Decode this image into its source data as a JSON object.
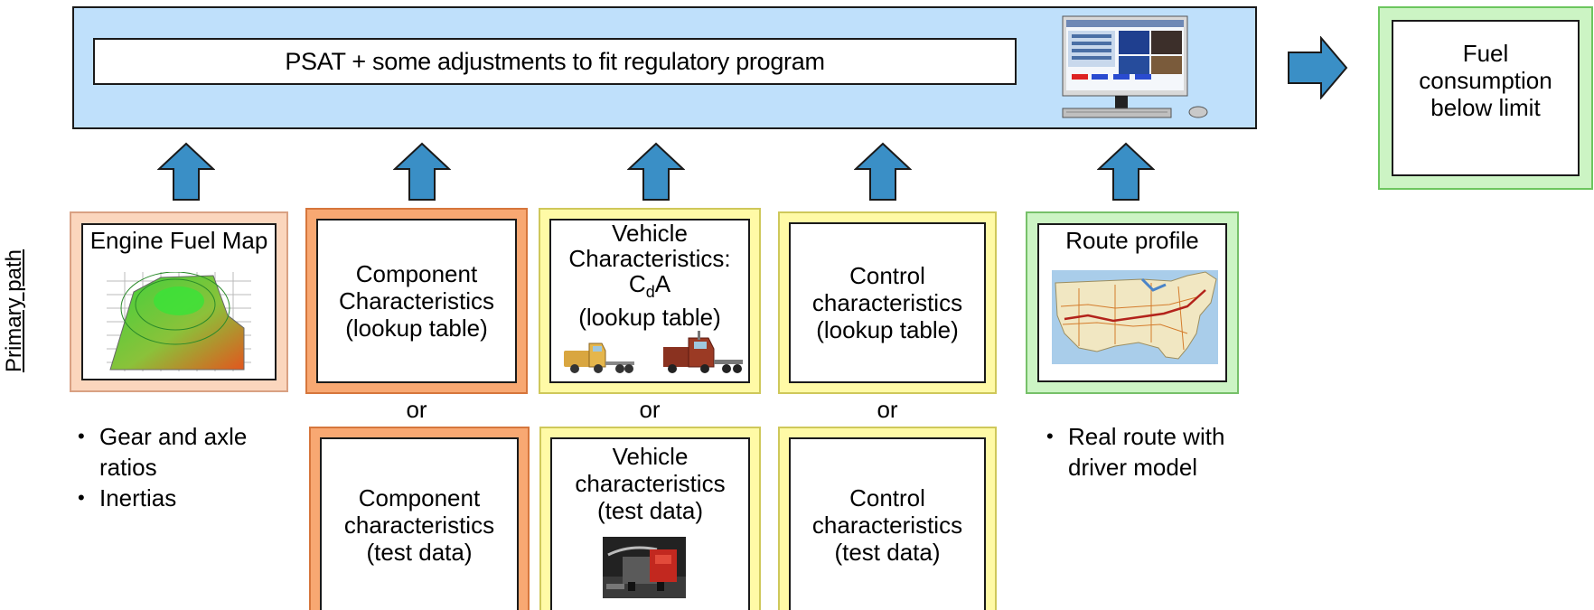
{
  "top": {
    "banner_label": "PSAT + some adjustments to fit regulatory program"
  },
  "result": {
    "lines": [
      "Fuel",
      "consumption",
      "below limit"
    ]
  },
  "side_label": "Primary path",
  "connectors": {
    "or_label": "or"
  },
  "primary_row": [
    {
      "id": "engine",
      "title": "Engine Fuel Map"
    },
    {
      "id": "component",
      "lines": [
        "Component",
        "Characteristics",
        "(lookup table)"
      ]
    },
    {
      "id": "vehicle",
      "lines": [
        "Vehicle",
        "Characteristics:"
      ],
      "formula_main": "C",
      "formula_sub": "d",
      "formula_tail": "A",
      "line_after": "(lookup table)"
    },
    {
      "id": "control",
      "lines": [
        "Control",
        "characteristics",
        "(lookup table)"
      ]
    },
    {
      "id": "route",
      "title": "Route profile"
    }
  ],
  "alternative_row": [
    {
      "id": "component-test",
      "lines": [
        "Component",
        "characteristics",
        "(test data)"
      ]
    },
    {
      "id": "vehicle-test",
      "lines": [
        "Vehicle",
        "characteristics",
        "(test data)"
      ]
    },
    {
      "id": "control-test",
      "lines": [
        "Control",
        "characteristics",
        "(test data)"
      ]
    }
  ],
  "notes": {
    "left": [
      "Gear and axle",
      "ratios",
      "Inertias"
    ],
    "right": [
      "Real route with",
      "driver model"
    ]
  },
  "colors": {
    "banner": "#bfe0fb",
    "arrow": "#3a8fc6",
    "peach": "#fbd6bd",
    "orange": "#f8a872",
    "yellow": "#fffaa6",
    "green": "#ccf4c4"
  }
}
